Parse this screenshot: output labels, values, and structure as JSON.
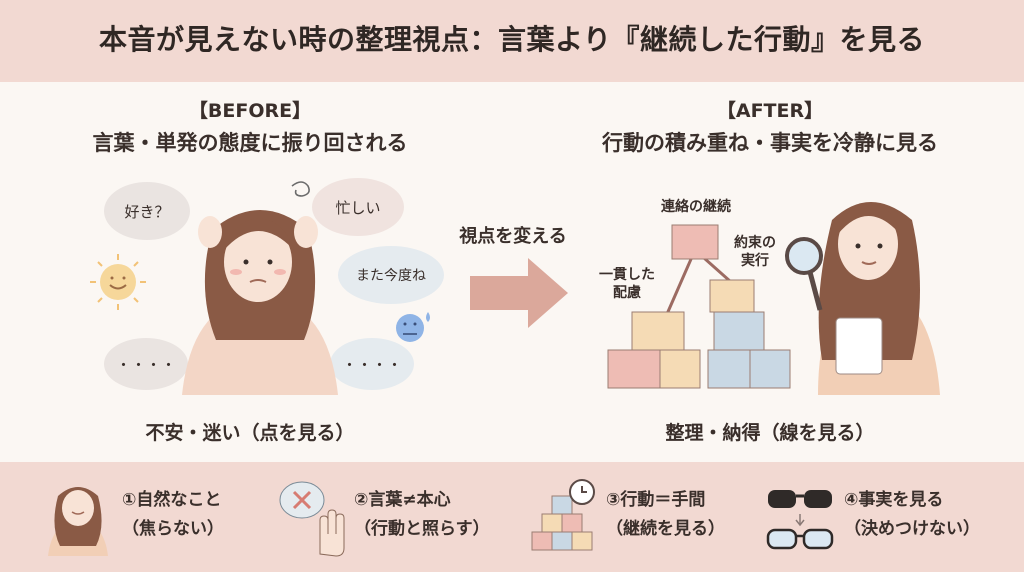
{
  "header": {
    "title": "本音が見えない時の整理視点：言葉より『継続した行動』を見る"
  },
  "before": {
    "tag": "【BEFORE】",
    "subtitle": "言葉・単発の態度に振り回される",
    "bubbles": [
      "好き？",
      "忙しい",
      "また今度ね",
      "・・・・",
      "・・・・"
    ],
    "caption": "不安・迷い（点を見る）"
  },
  "arrow": {
    "label": "視点を変える"
  },
  "after": {
    "tag": "【AFTER】",
    "subtitle": "行動の積み重ね・事実を冷静に見る",
    "labels": {
      "contact": "連絡の継続",
      "promise": "約束の\n実行",
      "consistent": "一貫した\n配慮"
    },
    "caption": "整理・納得（線を見る）"
  },
  "tips": [
    {
      "line1": "①自然なこと",
      "line2": "（焦らない）"
    },
    {
      "line1": "②言葉≠本心",
      "line2": "（行動と照らす）"
    },
    {
      "line1": "③行動＝手間",
      "line2": "（継続を見る）"
    },
    {
      "line1": "④事実を見る",
      "line2": "（決めつけない）"
    }
  ],
  "colors": {
    "band": "#f2d9d2",
    "arrow": "#dba89b",
    "pink_block": "#eebcb4",
    "blue_block": "#c9d8e4",
    "yellow_block": "#f5dbb5"
  }
}
